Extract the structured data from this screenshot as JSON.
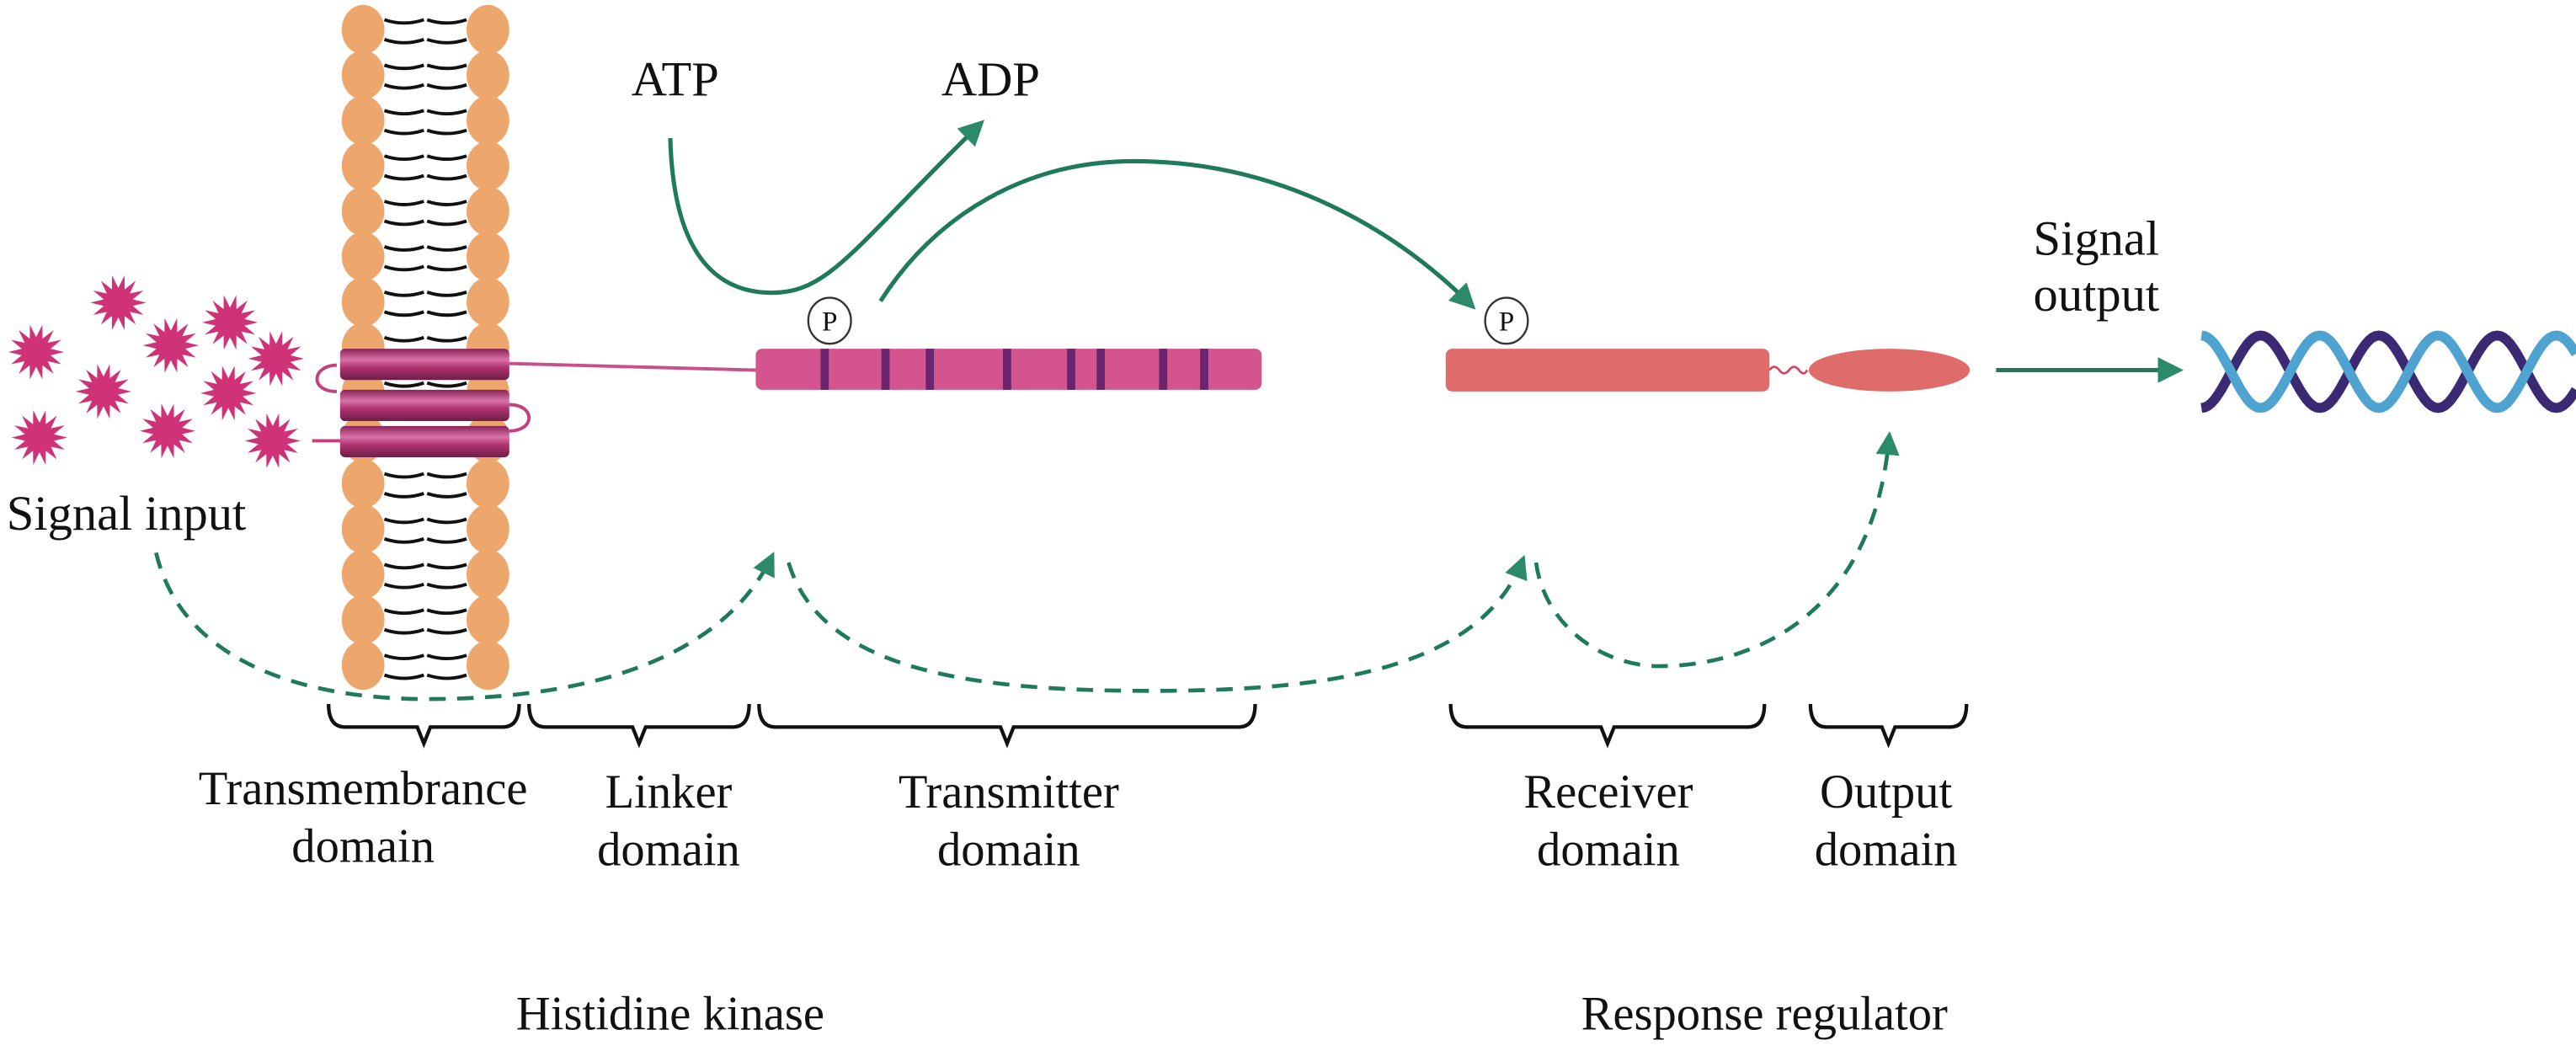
{
  "title": "Two-component signal transduction system",
  "colors": {
    "arrow": "#1f7a5c",
    "lipid_head": "#eda66b",
    "signal_molecule": "#d03277",
    "helix": "#b0336f",
    "transmitter": "#d4558d",
    "transmitter_band": "#6a2570",
    "receiver": "#e06b6b",
    "dna_dark": "#3b2a73",
    "dna_light": "#4ea3d0"
  },
  "labels": {
    "atp": "ATP",
    "adp": "ADP",
    "phospho_transmitter": "P",
    "phospho_receiver": "P",
    "signal_input": "Signal input",
    "signal_output_line1": "Signal",
    "signal_output_line2": "output"
  },
  "domains": [
    {
      "id": "transmembrane",
      "line1": "Transmembrance",
      "line2": "domain"
    },
    {
      "id": "linker",
      "line1": "Linker",
      "line2": "domain"
    },
    {
      "id": "transmitter",
      "line1": "Transmitter",
      "line2": "domain"
    },
    {
      "id": "receiver",
      "line1": "Receiver",
      "line2": "domain"
    },
    {
      "id": "output",
      "line1": "Output",
      "line2": "domain"
    }
  ],
  "groups": {
    "histidine_kinase": "Histidine kinase",
    "response_regulator": "Response regulator"
  }
}
